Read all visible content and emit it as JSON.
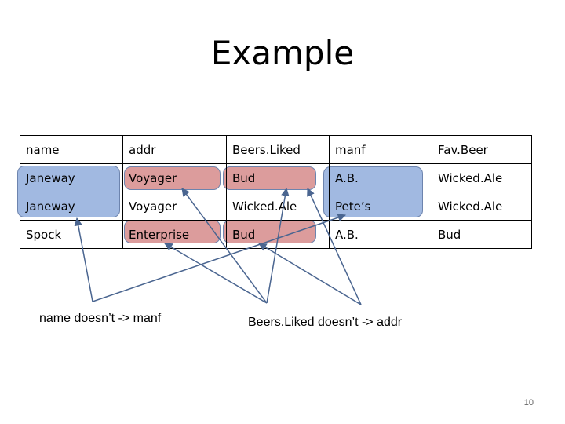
{
  "slide": {
    "title": "Example",
    "page_number": "10"
  },
  "table": {
    "columns": [
      "name",
      "addr",
      "Beers.Liked",
      "manf",
      "Fav.Beer"
    ],
    "rows": [
      [
        "Janeway",
        "Voyager",
        "Bud",
        "A.B.",
        "Wicked.Ale"
      ],
      [
        "Janeway",
        "Voyager",
        "Wicked.Ale",
        "Pete’s",
        "Wicked.Ale"
      ],
      [
        "Spock",
        "Enterprise",
        "Bud",
        "A.B.",
        "Bud"
      ]
    ]
  },
  "annotations": {
    "fd_name_manf": "name doesn’t -> manf",
    "fd_beers_addr": "Beers.Liked doesn’t -> addr"
  },
  "colors": {
    "blue_highlight": "#7e9fd6",
    "red_highlight": "#cf7777",
    "arrow": "#4a6590"
  }
}
